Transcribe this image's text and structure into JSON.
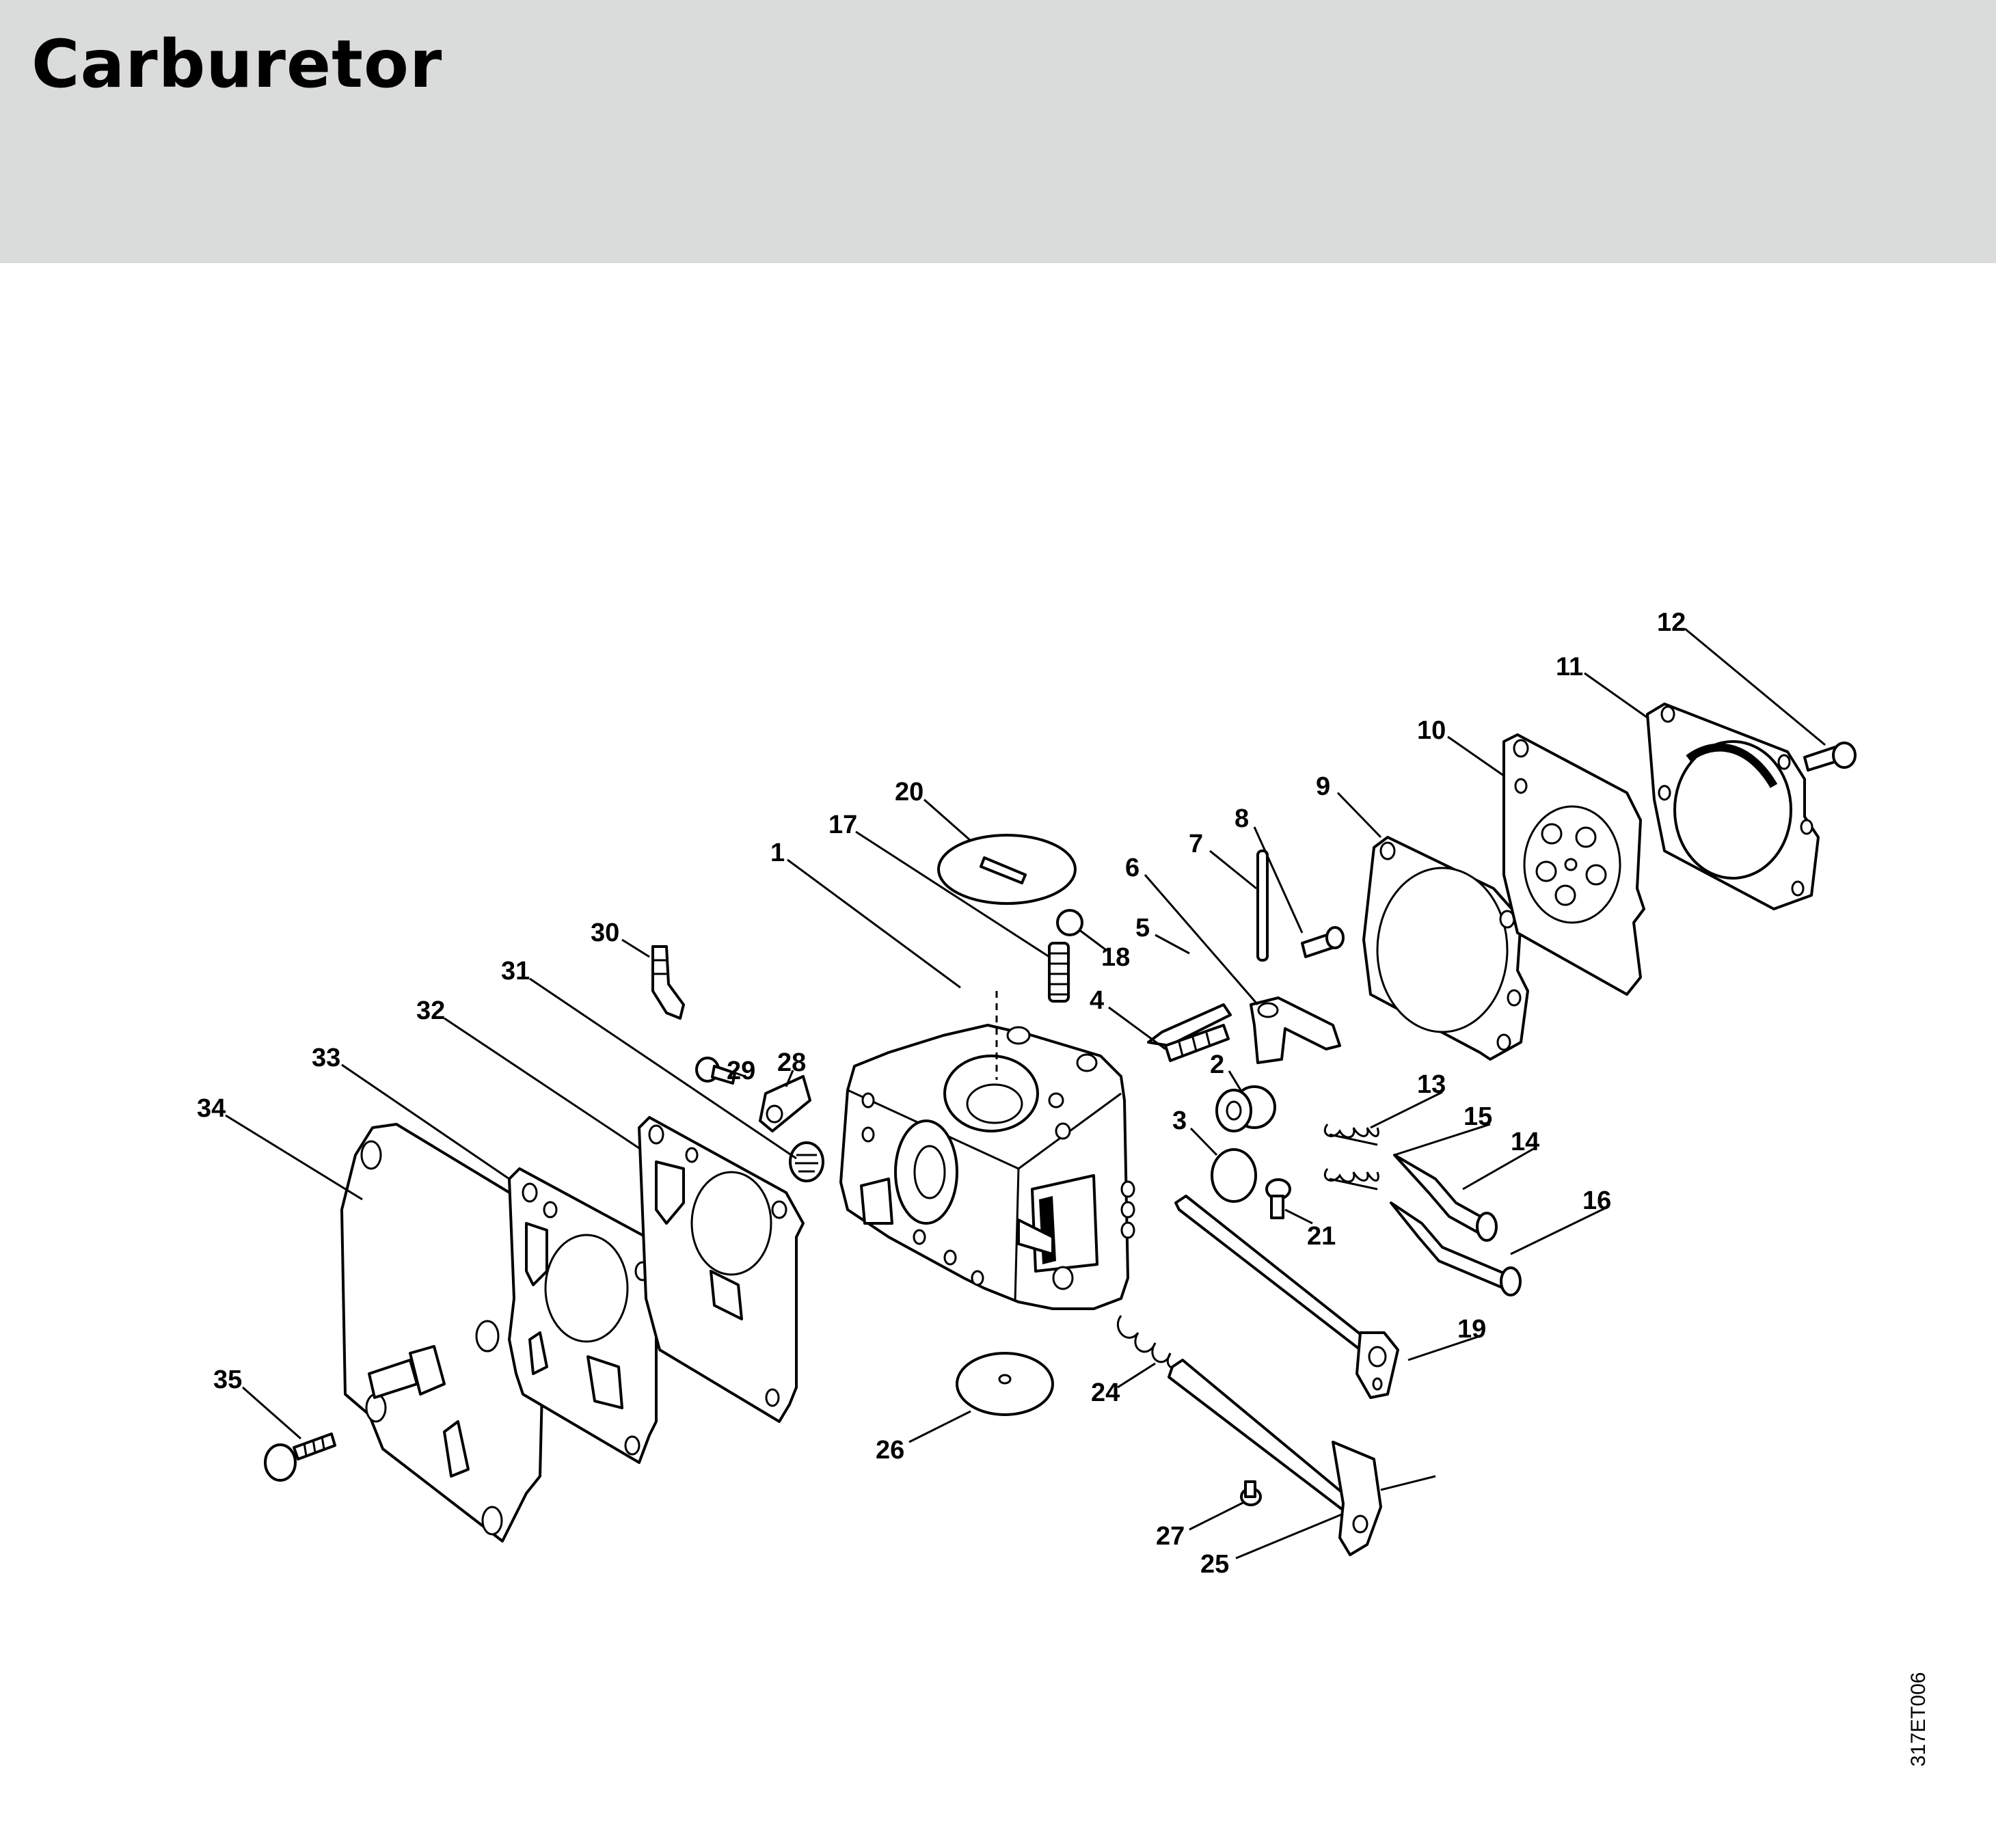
{
  "header": {
    "title": "Carburetor",
    "background_color": "#d9dcdb"
  },
  "diagram": {
    "drawing_code": "317ET006",
    "parts": [
      {
        "number": "1",
        "part": "carburetor-body"
      },
      {
        "number": "2",
        "part": "fitting"
      },
      {
        "number": "3",
        "part": "plug"
      },
      {
        "number": "4",
        "part": "spring"
      },
      {
        "number": "5",
        "part": "inlet-needle"
      },
      {
        "number": "6",
        "part": "inlet-control-lever"
      },
      {
        "number": "7",
        "part": "pin"
      },
      {
        "number": "8",
        "part": "screw"
      },
      {
        "number": "9",
        "part": "gasket"
      },
      {
        "number": "10",
        "part": "metering-diaphragm"
      },
      {
        "number": "11",
        "part": "cover"
      },
      {
        "number": "12",
        "part": "screw"
      },
      {
        "number": "13",
        "part": "spring"
      },
      {
        "number": "14",
        "part": "high-speed-adjusting-screw"
      },
      {
        "number": "15",
        "part": "spring"
      },
      {
        "number": "16",
        "part": "low-speed-adjusting-screw"
      },
      {
        "number": "17",
        "part": "spring"
      },
      {
        "number": "18",
        "part": "ball"
      },
      {
        "number": "19",
        "part": "choke-shaft"
      },
      {
        "number": "20",
        "part": "choke-shutter"
      },
      {
        "number": "21",
        "part": "screw"
      },
      {
        "number": "24",
        "part": "torsion-spring"
      },
      {
        "number": "25",
        "part": "throttle-shaft"
      },
      {
        "number": "26",
        "part": "throttle-shutter"
      },
      {
        "number": "27",
        "part": "screw"
      },
      {
        "number": "28",
        "part": "clip"
      },
      {
        "number": "29",
        "part": "screw"
      },
      {
        "number": "30",
        "part": "elbow-connector"
      },
      {
        "number": "31",
        "part": "strainer"
      },
      {
        "number": "32",
        "part": "pump-diaphragm"
      },
      {
        "number": "33",
        "part": "gasket"
      },
      {
        "number": "34",
        "part": "end-cover"
      },
      {
        "number": "35",
        "part": "screw"
      }
    ]
  }
}
